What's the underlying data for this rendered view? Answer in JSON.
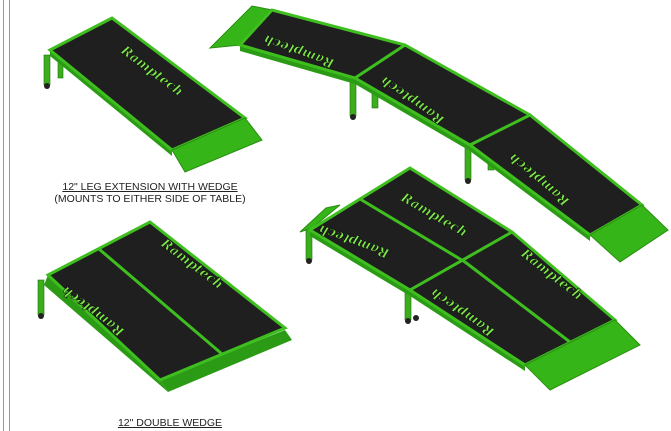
{
  "captions": {
    "leg_extension_title": "12\" LEG EXTENSION WITH WEDGE",
    "leg_extension_note": "(MOUNTS TO EITHER SIDE OF TABLE)",
    "double_wedge_title": "12\" DOUBLE WEDGE"
  },
  "logo_text": "Ramptech",
  "colors": {
    "deck": "#1e1f1e",
    "frame": "#3fbf1f",
    "wedge": "#35b518"
  }
}
